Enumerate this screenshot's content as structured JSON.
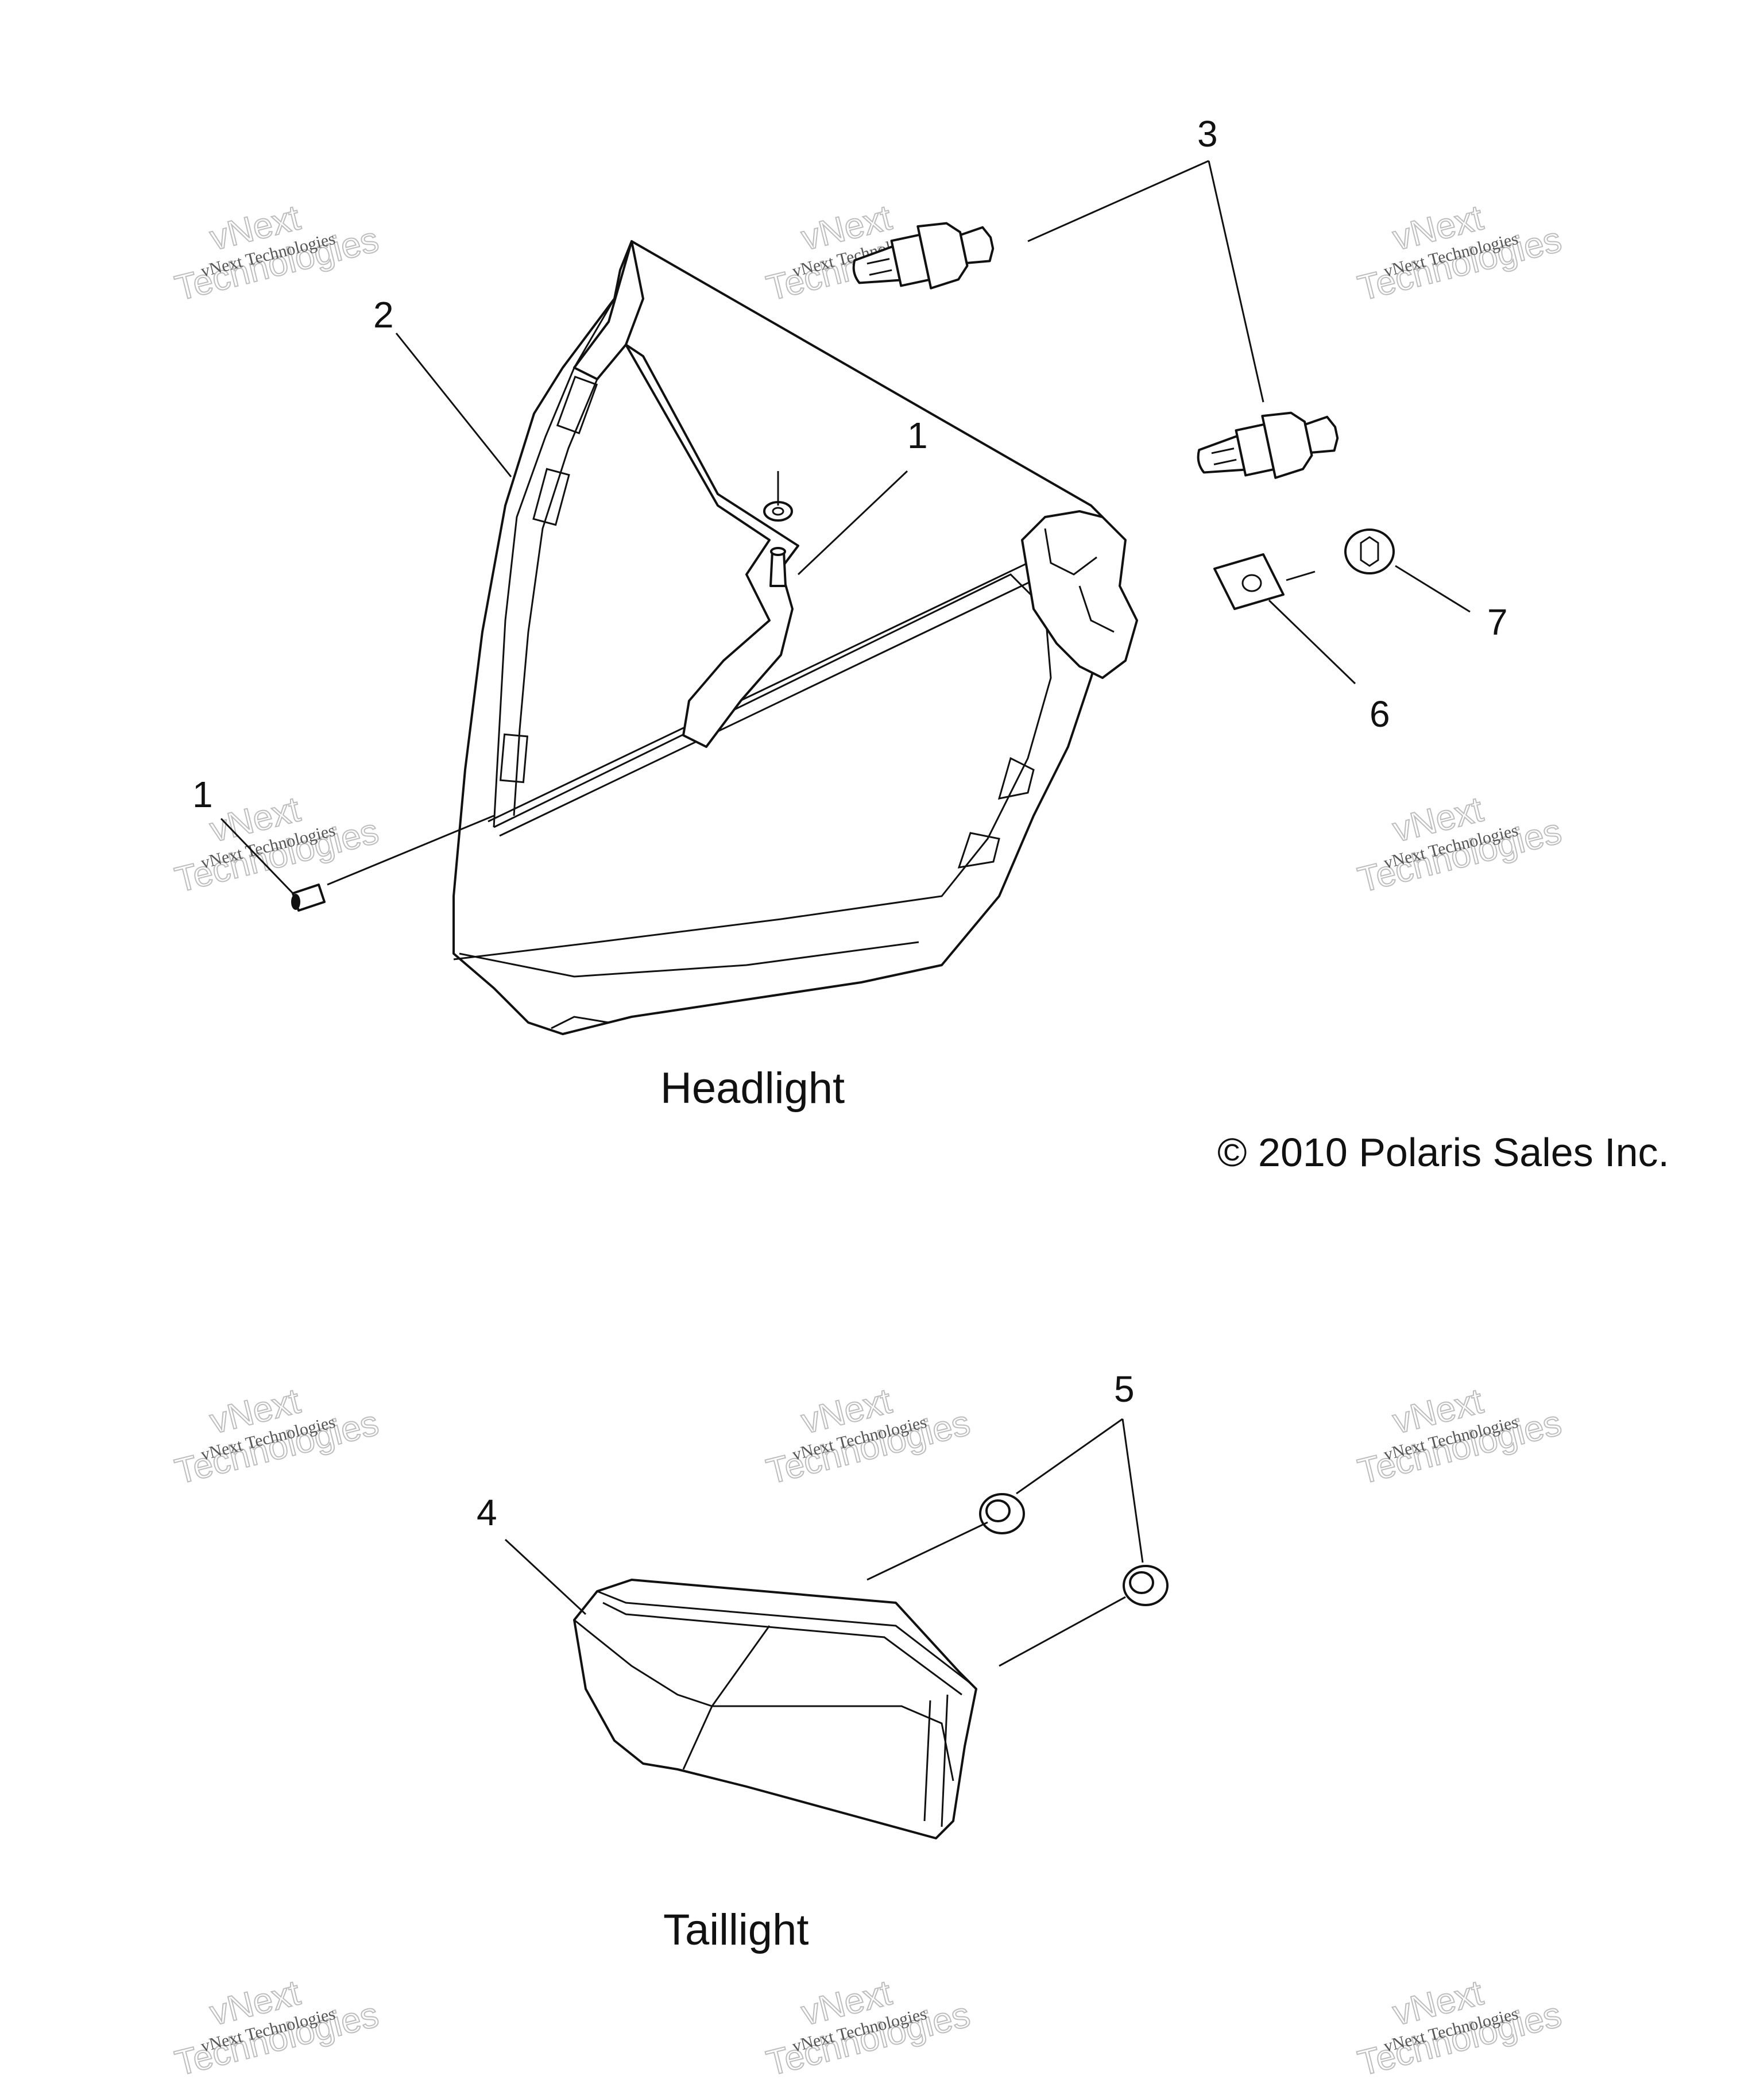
{
  "headlight": {
    "title": "Headlight",
    "callouts": [
      "1",
      "2",
      "3",
      "1",
      "6",
      "7"
    ]
  },
  "taillight": {
    "title": "Taillight",
    "callouts": [
      "4",
      "5"
    ]
  },
  "copyright": "© 2010 Polaris Sales Inc.",
  "watermark": {
    "line1": "vNext Technologies",
    "line2": "vNext",
    "line3": "Technologies"
  }
}
